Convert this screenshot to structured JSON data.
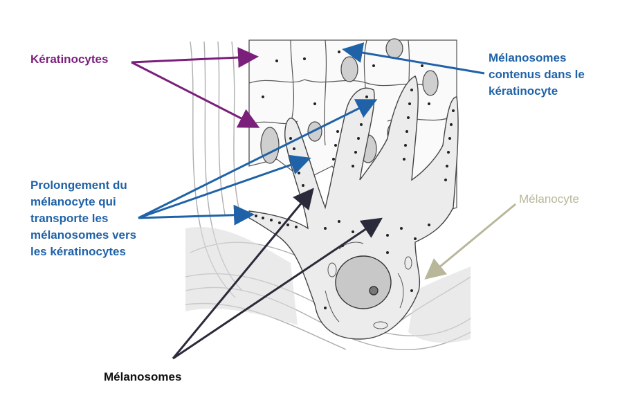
{
  "labels": {
    "keratinocytes": "Kératinocytes",
    "melanosomes_in_keratinocyte": [
      "Mélanosomes",
      "contenus dans le",
      "kératinocyte"
    ],
    "prolongement": [
      "Prolongement du",
      "mélanocyte qui",
      "transporte les",
      "mélanosomes vers",
      "les kératinocytes"
    ],
    "melanocyte": "Mélanocyte",
    "melanosomes": "Mélanosomes"
  },
  "colors": {
    "keratinocytes": "#7a1f7a",
    "prolongement": "#1f62a8",
    "melanocyte": "#b9b79a",
    "melanosomes": "#111111"
  }
}
